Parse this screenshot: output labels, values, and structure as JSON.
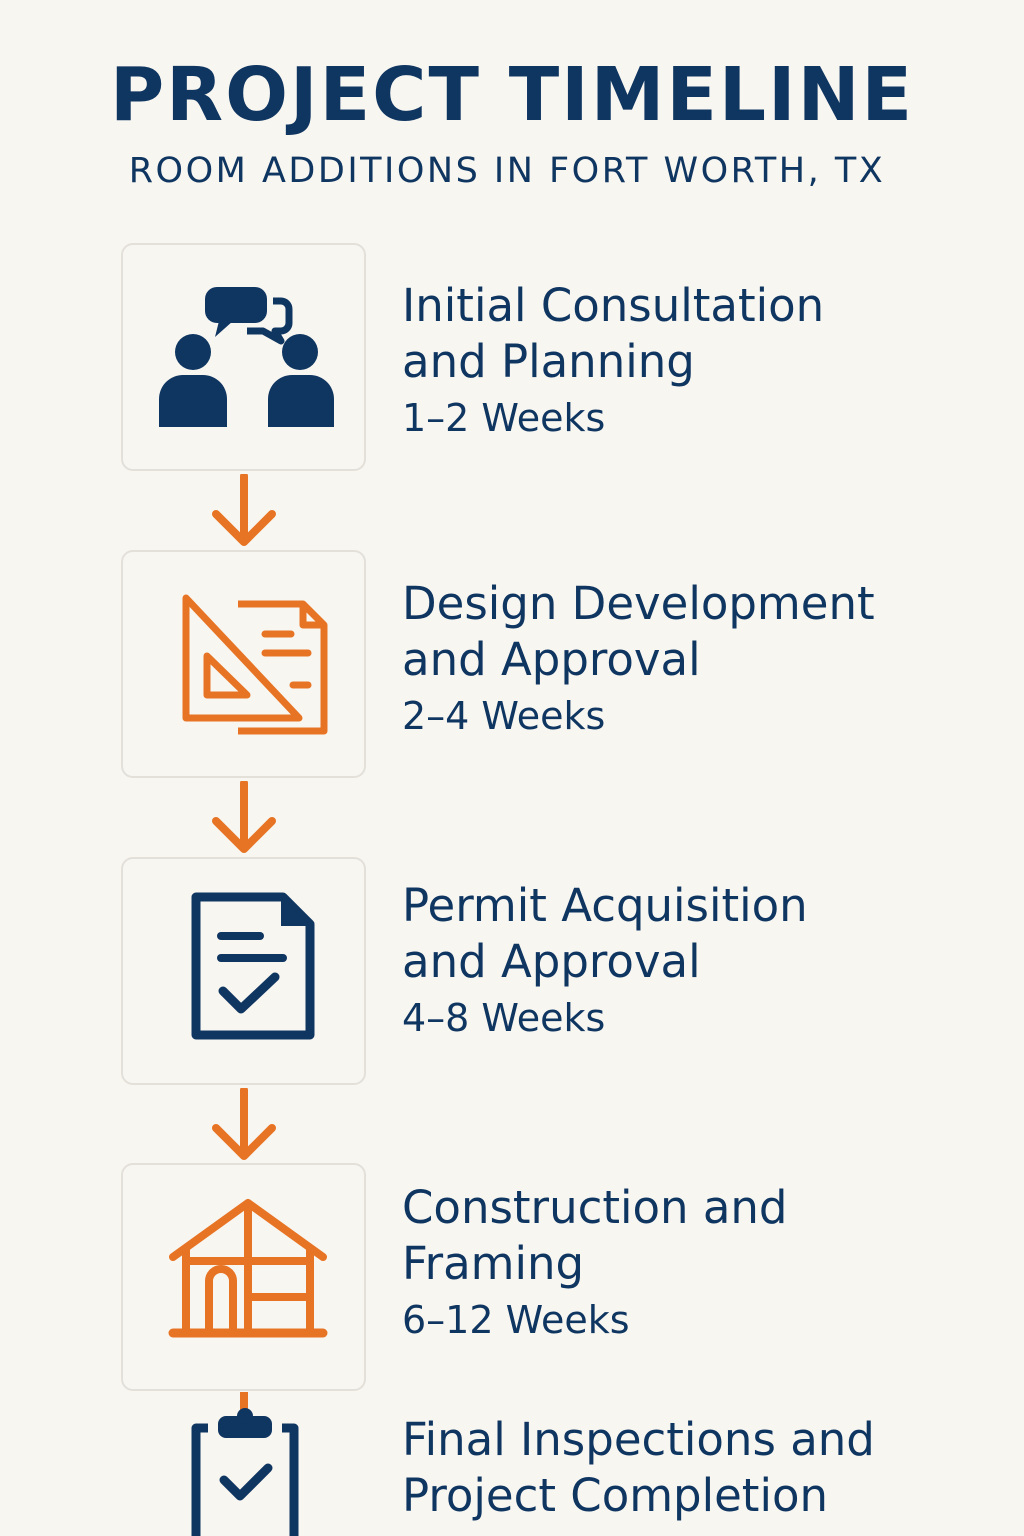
{
  "header": {
    "title": "PROJECT TIMELINE",
    "subtitle": "ROOM ADDITIONS IN FORT WORTH, TX"
  },
  "colors": {
    "navy": "#0f3561",
    "orange": "#e77424",
    "background": "#f8f6f1",
    "card_border": "#e3e0da"
  },
  "steps": [
    {
      "title_line1": "Initial Consultation",
      "title_line2": "and Planning",
      "duration": "1–2 Weeks",
      "icon": "consultation-people-icon",
      "icon_color": "navy"
    },
    {
      "title_line1": "Design Development",
      "title_line2": "and Approval",
      "duration": "2–4 Weeks",
      "icon": "design-triangle-document-icon",
      "icon_color": "orange"
    },
    {
      "title_line1": "Permit Acquisition",
      "title_line2": "and Approval",
      "duration": "4–8 Weeks",
      "icon": "permit-document-check-icon",
      "icon_color": "navy"
    },
    {
      "title_line1": "Construction and",
      "title_line2": "Framing",
      "duration": "6–12 Weeks",
      "icon": "house-framing-icon",
      "icon_color": "orange"
    },
    {
      "title_line1": "Final Inspections and",
      "title_line2": "Project Completion",
      "duration": "",
      "icon": "clipboard-check-icon",
      "icon_color": "navy"
    }
  ],
  "arrows": [
    {
      "icon": "down-arrow-icon"
    },
    {
      "icon": "down-arrow-icon"
    },
    {
      "icon": "down-arrow-icon"
    }
  ]
}
